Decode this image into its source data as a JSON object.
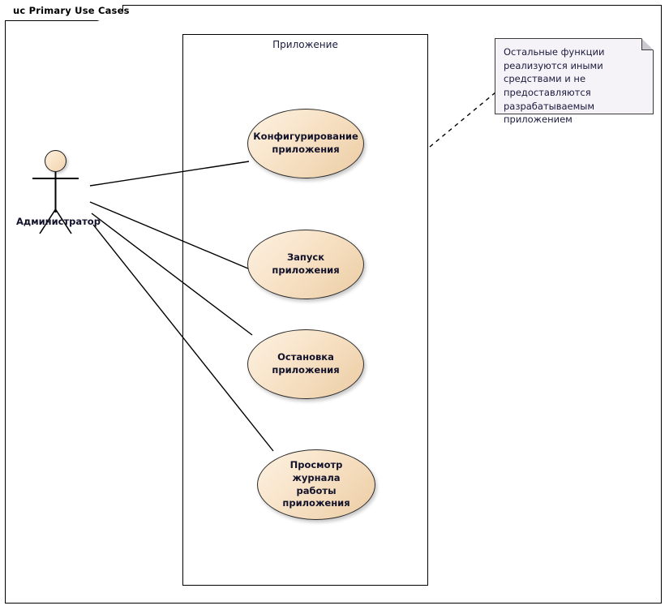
{
  "frame": {
    "label": "uc Primary Use Cases"
  },
  "boundary": {
    "label": "Приложение"
  },
  "actor": {
    "label": "Администратор",
    "icon": "actor-stick-figure"
  },
  "use_cases": [
    {
      "id": "configure",
      "label": "Конфигурирование\nприложения"
    },
    {
      "id": "start",
      "label": "Запуск приложения"
    },
    {
      "id": "stop",
      "label": "Остановка\nприложения"
    },
    {
      "id": "view-log",
      "label": "Просмотр журнала\nработы приложения"
    }
  ],
  "note": {
    "text": "Остальные функции реализуются иными средствами и не предоставляются разрабатываемым приложением"
  },
  "colors": {
    "usecase_fill_light": "#fdf2e2",
    "usecase_fill_dark": "#eccda4",
    "usecase_stroke": "#2b2b2b",
    "note_fill": "#f6f3f8",
    "note_fold": "#c9c9cf",
    "text": "#12122b",
    "line": "#000000"
  }
}
